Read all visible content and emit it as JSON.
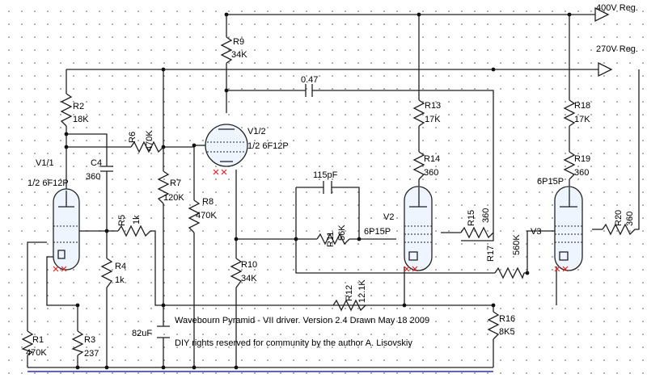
{
  "supplies": {
    "v400": "400V Reg.",
    "v270": "270V Reg."
  },
  "resistors": {
    "r1": {
      "name": "R1",
      "value": "470K"
    },
    "r2": {
      "name": "R2",
      "value": "18K"
    },
    "r3": {
      "name": "R3",
      "value": "237"
    },
    "r4": {
      "name": "R4",
      "value": "1k"
    },
    "r5": {
      "name": "R5",
      "value": "1k"
    },
    "r6": {
      "name": "R6",
      "value": "470K"
    },
    "r7": {
      "name": "R7",
      "value": "120K"
    },
    "r8": {
      "name": "R8",
      "value": "470K"
    },
    "r9": {
      "name": "R9",
      "value": "34K"
    },
    "r10": {
      "name": "R10",
      "value": "34K"
    },
    "r11": {
      "name": "R11",
      "value": "56K"
    },
    "r12": {
      "name": "R12",
      "value": "12.1K"
    },
    "r13": {
      "name": "R13",
      "value": "17K"
    },
    "r14": {
      "name": "R14",
      "value": "360"
    },
    "r15": {
      "name": "R15",
      "value": "360"
    },
    "r16": {
      "name": "R16",
      "value": "8K5"
    },
    "r17": {
      "name": "R17",
      "value": "560K"
    },
    "r18": {
      "name": "R18",
      "value": "17K"
    },
    "r19": {
      "name": "R19",
      "value": "360"
    },
    "r20": {
      "name": "R20",
      "value": "360"
    }
  },
  "capacitors": {
    "c4": {
      "name": "C4",
      "value": "360"
    },
    "c_top": {
      "value": "0.47"
    },
    "c_fb": {
      "value": "115pF"
    },
    "c_bias": {
      "value": "82uF"
    }
  },
  "tubes": {
    "v11": {
      "name": "V1/1",
      "type": "1/2 6F12P"
    },
    "v12": {
      "name": "V1/2",
      "type": "1/2 6F12P"
    },
    "v2": {
      "name": "V2",
      "type": "6P15P"
    },
    "v3": {
      "name": "V3",
      "type": "6P15P"
    }
  },
  "caption": {
    "line1": "Wavebourn Pyramid - VII driver. Version 2.4 Drawn May 18 2009",
    "line2": "DIY rights reserved for community by the author A. Lisovskiy"
  }
}
